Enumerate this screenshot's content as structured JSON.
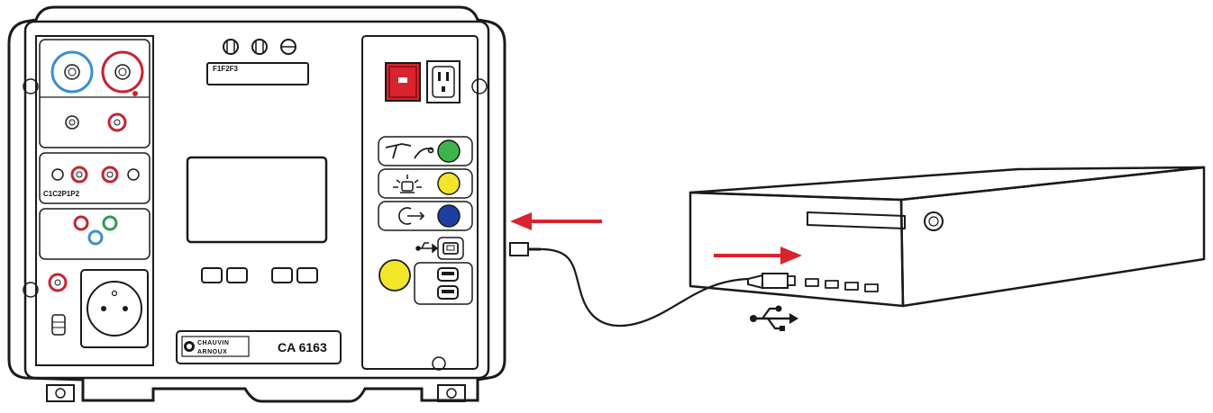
{
  "instrument": {
    "model": "CA 6163",
    "brand_line1": "CHAUVIN",
    "brand_line2": "ARNOUX",
    "fuse_label": "F1F2F3",
    "terminal_label": "C1C2P1P2"
  },
  "colors": {
    "outline": "#1a1a1a",
    "arrow": "#d9232d",
    "terminal_blue": "#3b8fd4",
    "terminal_red": "#c4252f",
    "terminal_green": "#2f9a55",
    "lamp_green": "#3db54a",
    "lamp_yellow": "#f2e62a",
    "lamp_blue": "#1f3fa0",
    "switch_red": "#d9232d"
  },
  "icons": {
    "usb": "usb-icon",
    "test_probe": "test-probe-icon",
    "warning_lamp": "warning-lamp-icon",
    "start_key": "start-key-icon"
  }
}
